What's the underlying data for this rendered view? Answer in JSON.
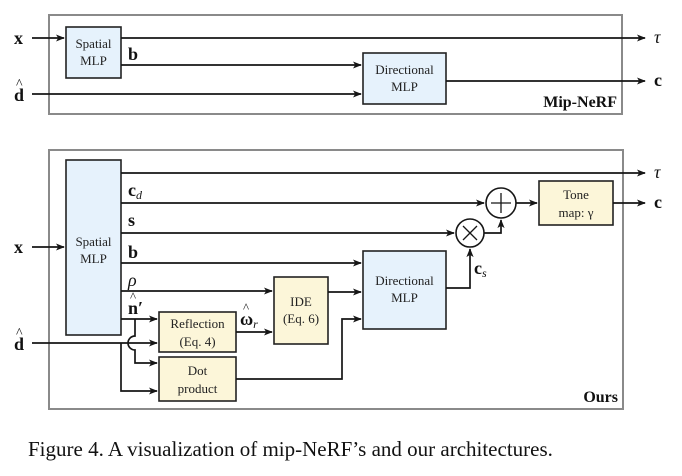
{
  "top_diagram": {
    "tag": "Mip-NeRF",
    "inputs": {
      "x": "x",
      "d": "d"
    },
    "spatial_mlp": [
      "Spatial",
      "MLP"
    ],
    "directional_mlp": [
      "Directional",
      "MLP"
    ],
    "wire_labels": {
      "b": "b"
    },
    "outputs": {
      "tau": "τ",
      "c": "c"
    }
  },
  "bottom_diagram": {
    "tag": "Ours",
    "inputs": {
      "x": "x",
      "d": "d"
    },
    "spatial_mlp": [
      "Spatial",
      "MLP"
    ],
    "wire_labels": {
      "cd_main": "c",
      "cd_sub": "d",
      "s": "s",
      "b": "b",
      "rho": "ρ",
      "n_prime": "n′",
      "omega_main": "ω",
      "omega_sub": "r",
      "cs_main": "c",
      "cs_sub": "s"
    },
    "reflection": [
      "Reflection",
      "(Eq. 4)"
    ],
    "dot_product": [
      "Dot",
      "product"
    ],
    "ide": [
      "IDE",
      "(Eq. 6)"
    ],
    "directional_mlp": [
      "Directional",
      "MLP"
    ],
    "tone_map": [
      "Tone",
      "map: γ"
    ],
    "operators": {
      "add": "+",
      "multiply": "×"
    },
    "outputs": {
      "tau": "τ",
      "c": "c"
    }
  },
  "caption": "Figure 4. A visualization of mip-NeRF’s and our architectures.",
  "colors": {
    "mlp_fill": "#e6f2fc",
    "op_fill": "#fcf6d9",
    "frame": "#8a8a8a"
  }
}
